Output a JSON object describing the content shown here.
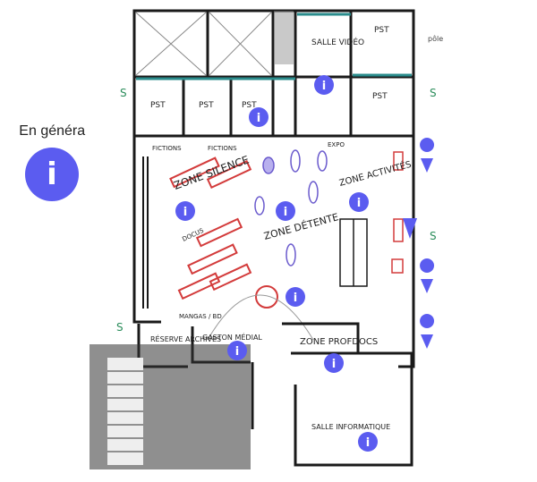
{
  "sidebar": {
    "general_label": "En général",
    "general_icon": "info-icon"
  },
  "colors": {
    "info_blue": "#5b5cf0",
    "wall": "#1a1a1a",
    "teal": "#2a8c8c",
    "red": "#d33b3b"
  },
  "rooms": {
    "salle_video": "SALLE VIDÉO",
    "pst": "PST",
    "pole": "pôle",
    "fictions_a": "FICTIONS",
    "fictions_b": "FICTIONS",
    "expo": "EXPO",
    "zone_silence": "ZONE SILENCE",
    "zone_detente": "ZONE DÉTENTE",
    "zone_activites": "ZONE ACTIVITÉS",
    "docus": "DOCUS",
    "mangas": "MANGAS / BD",
    "reserve": "RÉSERVE ARCHIVES",
    "gaston": "GASTON MÉDIAL",
    "zone_profdocs": "ZONE PROFDOCS",
    "salle_info": "SALLE INFORMATIQUE"
  }
}
